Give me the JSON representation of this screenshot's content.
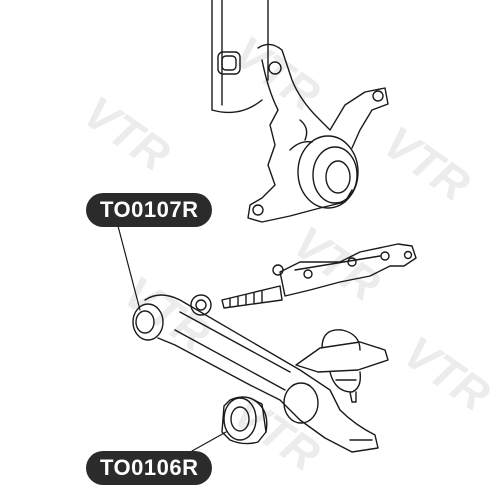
{
  "watermark": {
    "text": "VTR",
    "color": "#ececec"
  },
  "labels": {
    "upper_bushing": "TO0107R",
    "lower_bushing": "TO0106R"
  },
  "colors": {
    "line": "#1a1a1a",
    "label_bg": "#2b2b2b",
    "label_text": "#ffffff"
  }
}
